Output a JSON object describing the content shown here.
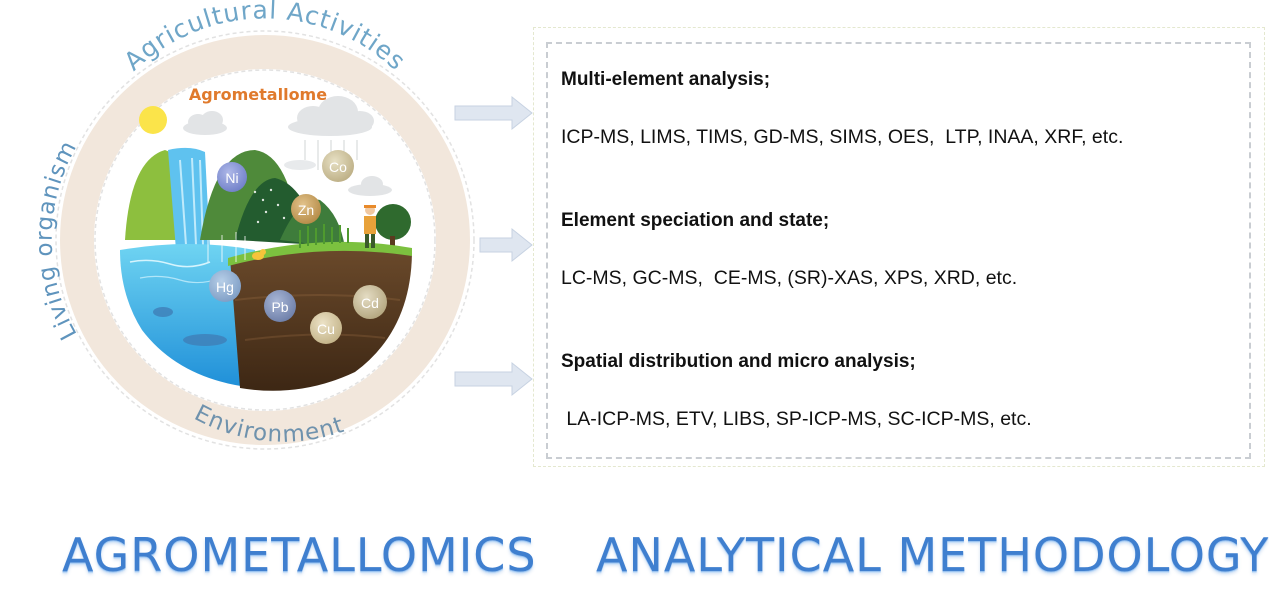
{
  "ring": {
    "top_label": "Agricultural Activities",
    "left_label": "Living organism",
    "bottom_label": "Environment",
    "center_label": "Agrometallome"
  },
  "elements": [
    "Ni",
    "Co",
    "Zn",
    "Hg",
    "Pb",
    "Cd",
    "Cu"
  ],
  "methods": [
    {
      "heading": "Multi-element analysis;",
      "techniques": "ICP-MS, LIMS, TIMS, GD-MS, SIMS, OES,  LTP, INAA, XRF, etc."
    },
    {
      "heading": "Element speciation and state;",
      "techniques": "LC-MS, GC-MS,  CE-MS, (SR)-XAS, XPS, XRD, etc."
    },
    {
      "heading": "Spatial distribution and micro analysis;",
      "techniques": " LA-ICP-MS, ETV, LIBS, SP-ICP-MS, SC-ICP-MS, etc."
    }
  ],
  "footer": {
    "left_title": "AGROMETALLOMICS",
    "right_title": "ANALYTICAL METHODOLOGY"
  },
  "colors": {
    "ring": "#f2e7dc",
    "ring_text": "#6fa6c8",
    "center_label": "#e07a2c",
    "title": "#3f7fcf",
    "arrow": "#dfe6f0"
  }
}
